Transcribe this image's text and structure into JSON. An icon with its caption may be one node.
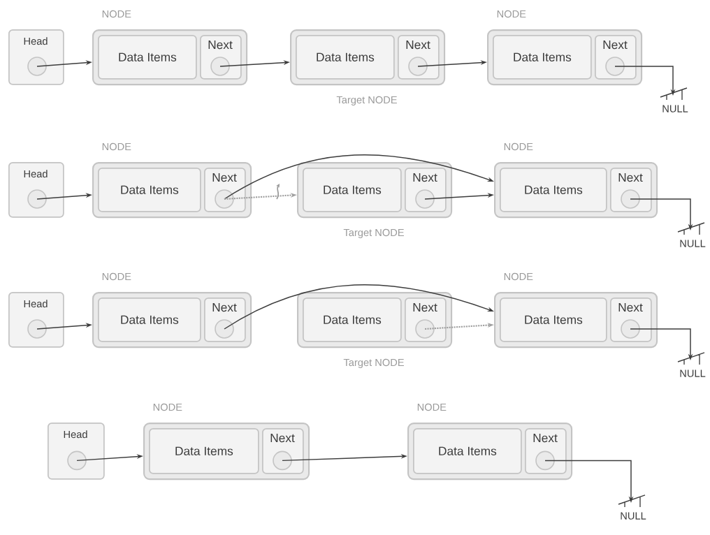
{
  "diagram": {
    "nodes": [
      {
        "text": [
          "Head"
        ]
      },
      {
        "text": [],
        "shape": "circle",
        "in": 0
      },
      {
        "text": [
          "NODE"
        ]
      },
      {
        "text": [
          "Data Items"
        ],
        "in": 2
      },
      {
        "text": [
          "Next"
        ],
        "in": 2
      },
      {
        "text": [],
        "shape": "circle",
        "in": 4
      },
      {
        "text": [
          "Target NODE"
        ]
      },
      {
        "text": [
          "Data Items"
        ],
        "in": 6
      },
      {
        "text": [
          "Next"
        ],
        "in": 6
      },
      {
        "text": [],
        "shape": "circle",
        "in": 8
      },
      {
        "text": [
          "NODE"
        ]
      },
      {
        "text": [
          "Data Items"
        ],
        "in": 10
      },
      {
        "text": [
          "Next"
        ],
        "in": 10
      },
      {
        "text": [],
        "shape": "circle",
        "in": 12
      },
      {
        "text": [
          "NULL"
        ]
      },
      {
        "text": [
          "Head"
        ]
      },
      {
        "text": [],
        "shape": "circle",
        "in": 15
      },
      {
        "text": [
          "NODE"
        ]
      },
      {
        "text": [
          "Data Items"
        ],
        "in": 17
      },
      {
        "text": [
          "Next"
        ],
        "in": 17
      },
      {
        "text": [],
        "shape": "circle",
        "in": 19
      },
      {
        "text": [
          "Target NODE"
        ]
      },
      {
        "text": [
          "Data Items"
        ],
        "in": 21
      },
      {
        "text": [
          "Next"
        ],
        "in": 21
      },
      {
        "text": [],
        "shape": "circle",
        "in": 23
      },
      {
        "text": [
          "NODE"
        ]
      },
      {
        "text": [
          "Data Items"
        ],
        "in": 25
      },
      {
        "text": [
          "Next"
        ],
        "in": 25
      },
      {
        "text": [],
        "shape": "circle",
        "in": 27
      },
      {
        "text": [
          "NULL"
        ]
      },
      {
        "text": [
          "Head"
        ]
      },
      {
        "text": [],
        "shape": "circle",
        "in": 30
      },
      {
        "text": [
          "NODE"
        ]
      },
      {
        "text": [
          "Data Items"
        ],
        "in": 32
      },
      {
        "text": [
          "Next"
        ],
        "in": 32
      },
      {
        "text": [],
        "shape": "circle",
        "in": 34
      },
      {
        "text": [
          "Target NODE"
        ]
      },
      {
        "text": [
          "Data Items"
        ],
        "in": 36
      },
      {
        "text": [
          "Next"
        ],
        "in": 36
      },
      {
        "text": [],
        "shape": "circle",
        "in": 38
      },
      {
        "text": [
          "NODE"
        ]
      },
      {
        "text": [
          "Data Items"
        ],
        "in": 40
      },
      {
        "text": [
          "Next"
        ],
        "in": 40
      },
      {
        "text": [],
        "shape": "circle",
        "in": 42
      },
      {
        "text": [
          "NULL"
        ]
      },
      {
        "text": [
          "Head"
        ]
      },
      {
        "text": [],
        "shape": "circle",
        "in": 45
      },
      {
        "text": [
          "NODE"
        ]
      },
      {
        "text": [
          "Data Items"
        ],
        "in": 47
      },
      {
        "text": [
          "Next"
        ],
        "in": 47
      },
      {
        "text": [],
        "shape": "circle",
        "in": 49
      },
      {
        "text": [
          "NODE"
        ]
      },
      {
        "text": [
          "Data Items"
        ],
        "in": 51
      },
      {
        "text": [
          "Next"
        ],
        "in": 51
      },
      {
        "text": [],
        "shape": "circle",
        "in": 53
      },
      {
        "text": [
          "NULL"
        ]
      }
    ],
    "edges": [
      {
        "from": 1,
        "to": 2,
        "arrow": "to"
      },
      {
        "from": 5,
        "to": 6,
        "arrow": "to"
      },
      {
        "from": 9,
        "to": 10,
        "arrow": "to"
      },
      {
        "from": 13,
        "to": 14,
        "arrow": "to"
      },
      {
        "from": 16,
        "to": 17,
        "arrow": "to"
      },
      {
        "from": 20,
        "to": 25,
        "arrow": "to"
      },
      {
        "from": 20,
        "to": 21,
        "arrow": "to",
        "style": "dashed",
        "color": "#a0a0a0"
      },
      {
        "from": 24,
        "to": 25,
        "arrow": "to"
      },
      {
        "from": 28,
        "to": 29,
        "arrow": "to"
      },
      {
        "from": 31,
        "to": 32,
        "arrow": "to"
      },
      {
        "from": 35,
        "to": 40,
        "arrow": "to"
      },
      {
        "from": 39,
        "to": 40,
        "arrow": "to",
        "style": "dashed",
        "color": "#a0a0a0"
      },
      {
        "from": 43,
        "to": 44,
        "arrow": "to"
      },
      {
        "from": 46,
        "to": 47,
        "arrow": "to"
      },
      {
        "from": 50,
        "to": 51,
        "arrow": "to"
      },
      {
        "from": 54,
        "to": 55,
        "arrow": "to"
      }
    ]
  }
}
